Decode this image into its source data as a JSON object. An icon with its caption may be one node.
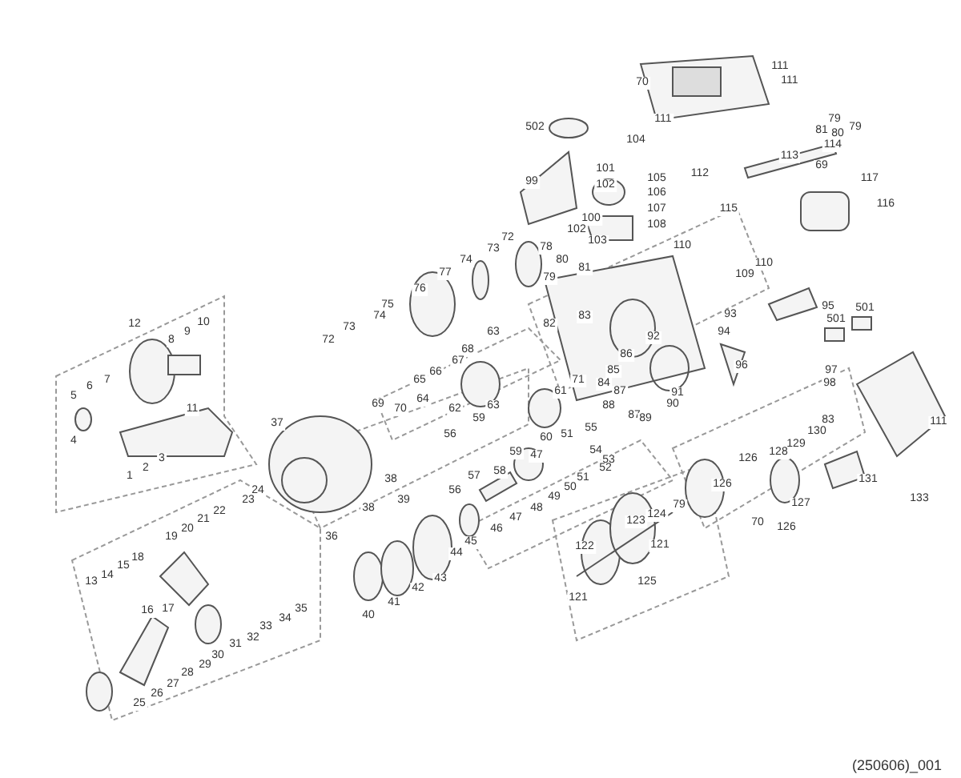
{
  "diagram": {
    "labels": [
      "111",
      "111",
      "70",
      "111",
      "79",
      "502",
      "81",
      "80",
      "79",
      "104",
      "114",
      "113",
      "69",
      "101",
      "112",
      "117",
      "105",
      "99",
      "102",
      "106",
      "116",
      "115",
      "107",
      "100",
      "108",
      "102",
      "72",
      "78",
      "103",
      "73",
      "110",
      "80",
      "74",
      "110",
      "81",
      "77",
      "79",
      "109",
      "76",
      "95",
      "75",
      "501",
      "93",
      "83",
      "74",
      "501",
      "82",
      "12",
      "10",
      "73",
      "9",
      "94",
      "8",
      "63",
      "92",
      "72",
      "68",
      "86",
      "67",
      "96",
      "85",
      "97",
      "66",
      "71",
      "7",
      "65",
      "84",
      "98",
      "6",
      "61",
      "87",
      "91",
      "5",
      "64",
      "69",
      "90",
      "88",
      "63",
      "70",
      "62",
      "11",
      "87",
      "89",
      "59",
      "111",
      "37",
      "83",
      "130",
      "56",
      "60",
      "51",
      "55",
      "129",
      "4",
      "128",
      "54",
      "59",
      "47",
      "126",
      "3",
      "53",
      "52",
      "2",
      "58",
      "1",
      "57",
      "56",
      "51",
      "38",
      "131",
      "126",
      "50",
      "24",
      "49",
      "23",
      "39",
      "127",
      "133",
      "79",
      "48",
      "38",
      "22",
      "124",
      "123",
      "47",
      "21",
      "70",
      "126",
      "46",
      "20",
      "36",
      "19",
      "45",
      "121",
      "122",
      "44",
      "18",
      "15",
      "14",
      "43",
      "13",
      "125",
      "42",
      "121",
      "41",
      "35",
      "17",
      "16",
      "40",
      "34",
      "33",
      "32",
      "31",
      "30",
      "29",
      "28",
      "27",
      "26",
      "25",
      "(250606)_001"
    ]
  }
}
